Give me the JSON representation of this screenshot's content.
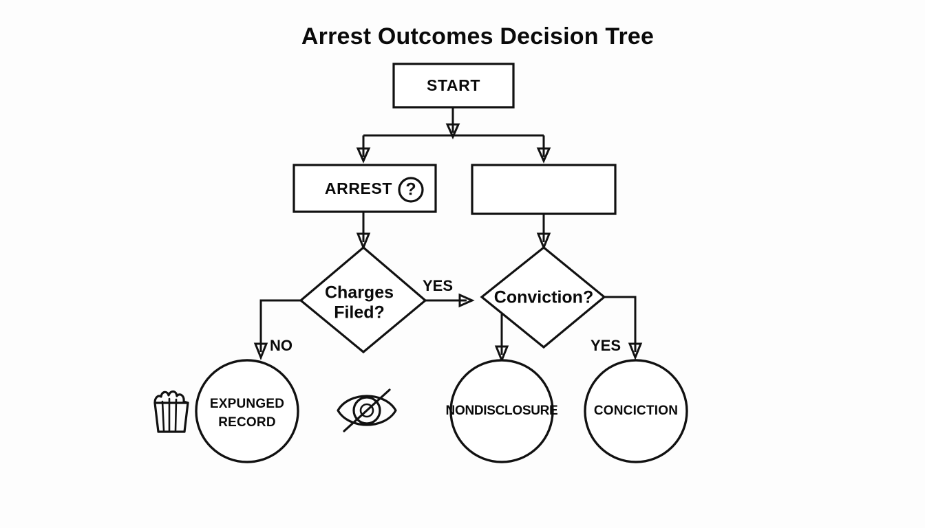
{
  "diagram": {
    "title": "Arrest Outcomes Decision Tree",
    "type": "flowchart-decision-tree",
    "background_color": "#fdfdfd",
    "stroke_color": "#111111",
    "text_color": "#0a0a0a",
    "nodes": [
      {
        "id": "start",
        "label": "START",
        "shape": "rectangle"
      },
      {
        "id": "arrest",
        "label": "ARREST",
        "shape": "rectangle",
        "icon": "question-circle-icon",
        "icon_glyph": "?"
      },
      {
        "id": "empty_box",
        "label": "",
        "shape": "rectangle"
      },
      {
        "id": "charges_filed",
        "label_line1": "Charges",
        "label_line2": "Filed?",
        "shape": "diamond"
      },
      {
        "id": "conviction",
        "label": "Conviction?",
        "shape": "diamond"
      },
      {
        "id": "expunged_record",
        "label_line1": "EXPUNGED",
        "label_line2": "RECORD",
        "shape": "circle"
      },
      {
        "id": "nondisclosure",
        "label": "NONDISCLOSURE",
        "shape": "circle"
      },
      {
        "id": "conciction",
        "label": "CONCICTION",
        "shape": "circle"
      }
    ],
    "edge_labels": {
      "charges_no": "NO",
      "charges_yes": "YES",
      "conviction_yes": "YES"
    },
    "icons": [
      {
        "id": "shredded-document-icon",
        "name": "shredded-document-icon"
      },
      {
        "id": "eye-off-icon",
        "name": "eye-off-icon"
      },
      {
        "id": "question-circle-icon",
        "name": "question-circle-icon"
      }
    ]
  }
}
